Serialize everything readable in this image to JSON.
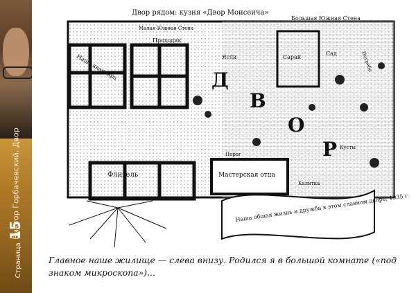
{
  "sidebar": {
    "book_caption": "Виктор Горбачевский. Двор",
    "page_label": "Страница",
    "page_number": "15"
  },
  "map": {
    "top_title": "Двор рядом: кузня «Двор Моисеича»",
    "right_top": "Большая Южная Стена",
    "south_wall": "Малая Южная Стена",
    "passage": "Проходик",
    "flat": "Наша квартира",
    "wing": "Флигель",
    "yard": [
      "Д",
      "В",
      "О",
      "Р"
    ],
    "workshop": "Мастерская отца",
    "porch": "Порог",
    "barn": "Сарай",
    "shed": "Ясли",
    "gate": "Калитка",
    "garden": "Сад",
    "vaults": "Погреба",
    "bushes": "Кусты",
    "scroll_text": "Наша общая жизнь и дружба в этом славном дворе, 1935 г."
  },
  "caption": "Главное наше жилище — слева внизу. Родился я в большой комнате («под знаком микроскопа»)..."
}
